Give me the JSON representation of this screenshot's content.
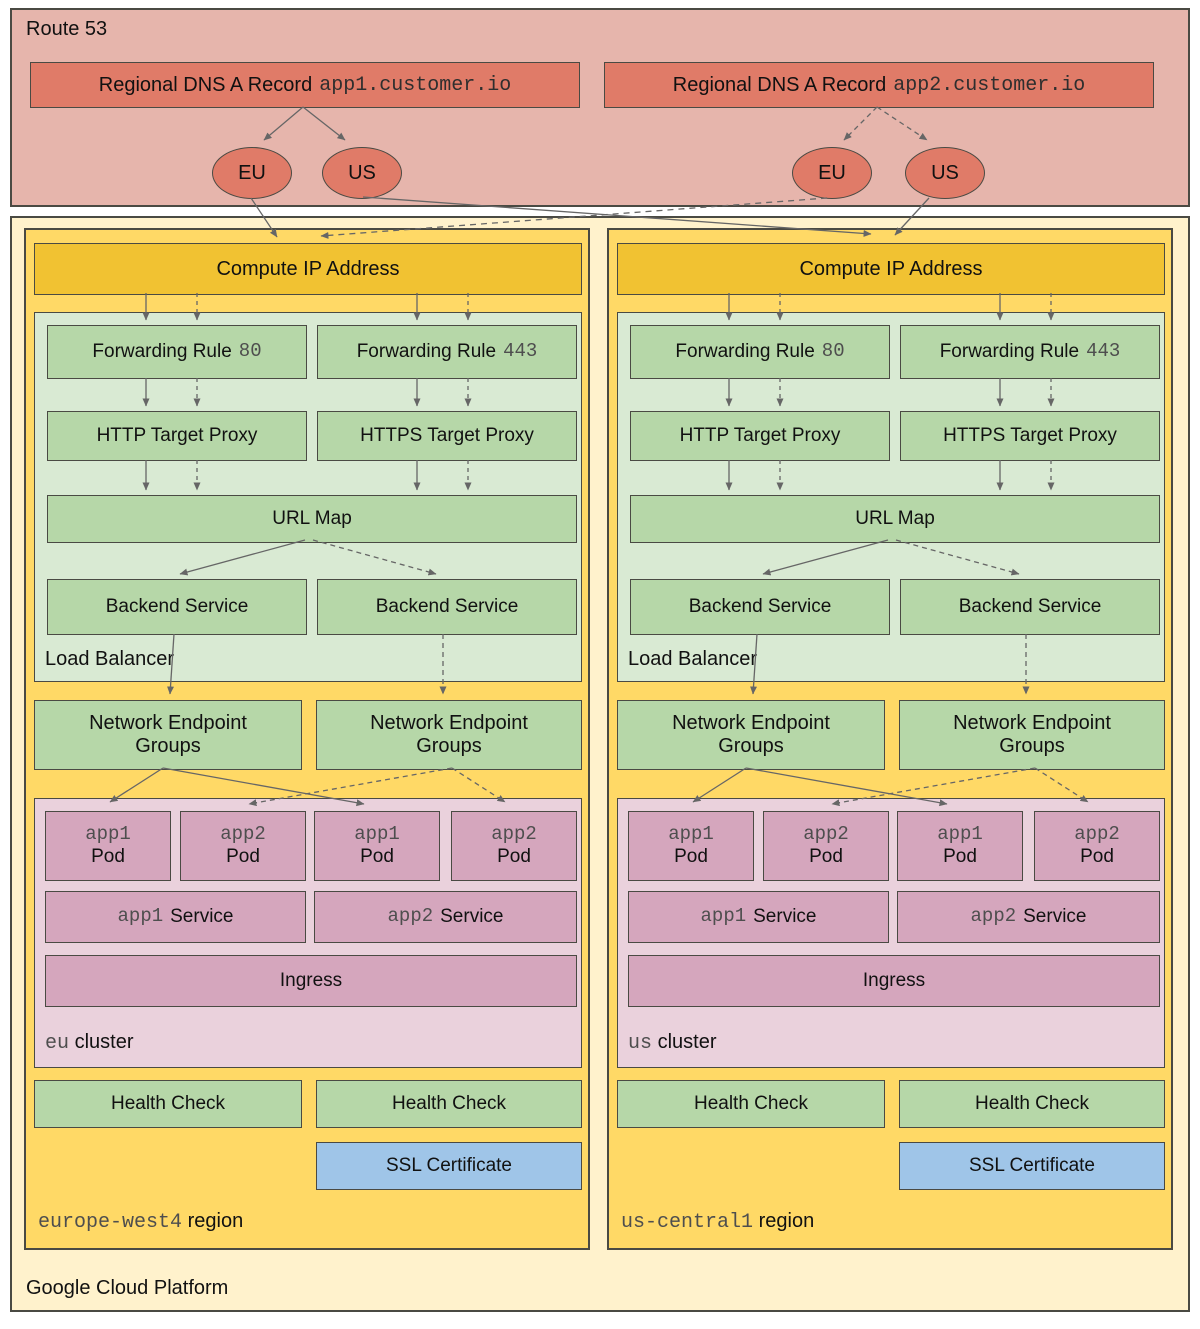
{
  "colors": {
    "route53_bg": "#e6b5ac",
    "dns_record_fill": "#e07b68",
    "endpoint_fill": "#e07b68",
    "gcp_bg": "#fff2cc",
    "region_bg": "#ffd966",
    "compute_ip_fill": "#f1c232",
    "load_balancer_bg": "#d9ead3",
    "green_box_fill": "#b6d7a8",
    "cluster_bg": "#ead1dc",
    "pink_box_fill": "#d5a6bd",
    "ssl_fill": "#9fc5e8",
    "border": "#4a4a43",
    "arrow": "#666666"
  },
  "route53": {
    "title": "Route 53",
    "records": [
      {
        "label": "Regional DNS A Record",
        "host": "app1.customer.io"
      },
      {
        "label": "Regional DNS A Record",
        "host": "app2.customer.io"
      }
    ],
    "endpoints": [
      {
        "label": "EU"
      },
      {
        "label": "US"
      },
      {
        "label": "EU"
      },
      {
        "label": "US"
      }
    ]
  },
  "gcp": {
    "title": "Google Cloud Platform",
    "regions": [
      {
        "region_name": "europe-west4",
        "region_word": "region",
        "compute_ip": "Compute IP Address",
        "load_balancer": {
          "label": "Load Balancer",
          "forwarding_rules": [
            {
              "label": "Forwarding Rule",
              "port": "80"
            },
            {
              "label": "Forwarding Rule",
              "port": "443"
            }
          ],
          "proxies": [
            "HTTP Target Proxy",
            "HTTPS Target Proxy"
          ],
          "url_map": "URL Map",
          "backend_services": [
            "Backend Service",
            "Backend Service"
          ]
        },
        "negs": [
          {
            "line1": "Network Endpoint",
            "line2": "Groups"
          },
          {
            "line1": "Network Endpoint",
            "line2": "Groups"
          }
        ],
        "cluster": {
          "name": "eu",
          "word": "cluster",
          "pods": [
            {
              "app": "app1",
              "kind": "Pod"
            },
            {
              "app": "app2",
              "kind": "Pod"
            },
            {
              "app": "app1",
              "kind": "Pod"
            },
            {
              "app": "app2",
              "kind": "Pod"
            }
          ],
          "services": [
            {
              "app": "app1",
              "kind": "Service"
            },
            {
              "app": "app2",
              "kind": "Service"
            }
          ],
          "ingress": "Ingress"
        },
        "health_checks": [
          "Health Check",
          "Health Check"
        ],
        "ssl_certificate": "SSL Certificate"
      },
      {
        "region_name": "us-central1",
        "region_word": "region",
        "compute_ip": "Compute IP Address",
        "load_balancer": {
          "label": "Load Balancer",
          "forwarding_rules": [
            {
              "label": "Forwarding Rule",
              "port": "80"
            },
            {
              "label": "Forwarding Rule",
              "port": "443"
            }
          ],
          "proxies": [
            "HTTP Target Proxy",
            "HTTPS Target Proxy"
          ],
          "url_map": "URL Map",
          "backend_services": [
            "Backend Service",
            "Backend Service"
          ]
        },
        "negs": [
          {
            "line1": "Network Endpoint",
            "line2": "Groups"
          },
          {
            "line1": "Network Endpoint",
            "line2": "Groups"
          }
        ],
        "cluster": {
          "name": "us",
          "word": "cluster",
          "pods": [
            {
              "app": "app1",
              "kind": "Pod"
            },
            {
              "app": "app2",
              "kind": "Pod"
            },
            {
              "app": "app1",
              "kind": "Pod"
            },
            {
              "app": "app2",
              "kind": "Pod"
            }
          ],
          "services": [
            {
              "app": "app1",
              "kind": "Service"
            },
            {
              "app": "app2",
              "kind": "Service"
            }
          ],
          "ingress": "Ingress"
        },
        "health_checks": [
          "Health Check",
          "Health Check"
        ],
        "ssl_certificate": "SSL Certificate"
      }
    ]
  }
}
